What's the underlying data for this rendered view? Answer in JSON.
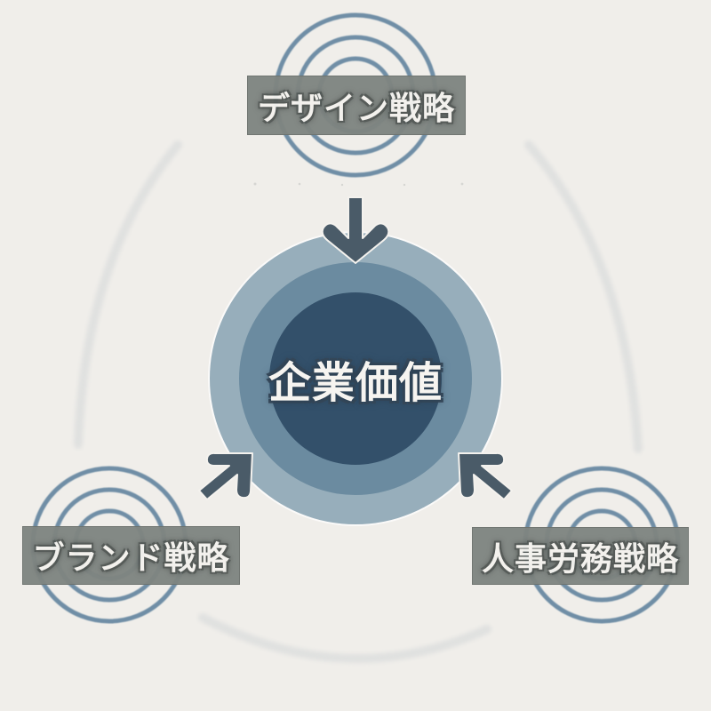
{
  "diagram": {
    "center": {
      "label": "企業価値",
      "colors": {
        "outer": "#97aebb",
        "middle": "#6b8ba0",
        "inner": "#33506a"
      }
    },
    "nodes": [
      {
        "id": "design",
        "label": "デザイン戦略",
        "position": "top"
      },
      {
        "id": "brand",
        "label": "ブランド戦略",
        "position": "bottom-left"
      },
      {
        "id": "hr",
        "label": "人事労務戦略",
        "position": "bottom-right"
      }
    ],
    "arrows": [
      {
        "from": "design",
        "to": "center",
        "direction": "down"
      },
      {
        "from": "brand",
        "to": "center",
        "direction": "up-right"
      },
      {
        "from": "hr",
        "to": "center",
        "direction": "up-left"
      }
    ],
    "colors": {
      "background": "#f0eeea",
      "ring_stroke": "#6f8ea6",
      "arrow": "#4a5b68",
      "label_box": "#7f8581",
      "outer_arc": "#e2e3e2"
    }
  }
}
